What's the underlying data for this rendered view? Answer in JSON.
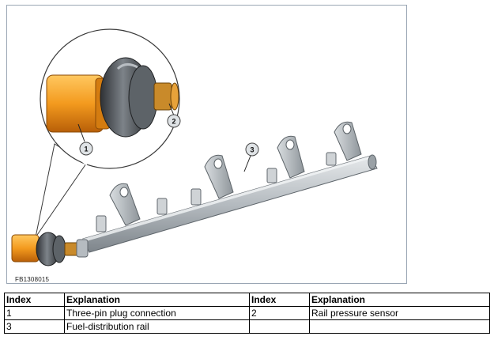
{
  "figure": {
    "code": "FB1308015",
    "callouts": [
      "1",
      "2",
      "3"
    ]
  },
  "legend": {
    "headers": [
      "Index",
      "Explanation",
      "Index",
      "Explanation"
    ],
    "rows": [
      [
        "1",
        "Three-pin plug connection",
        "2",
        "Rail pressure sensor"
      ],
      [
        "3",
        "Fuel-distribution rail",
        "",
        ""
      ]
    ]
  },
  "colors": {
    "frame": "#9aa6b4",
    "plug_orange": "#f0a020",
    "rail_grey": "#b9bfc4",
    "sensor_dark": "#4d5156"
  }
}
